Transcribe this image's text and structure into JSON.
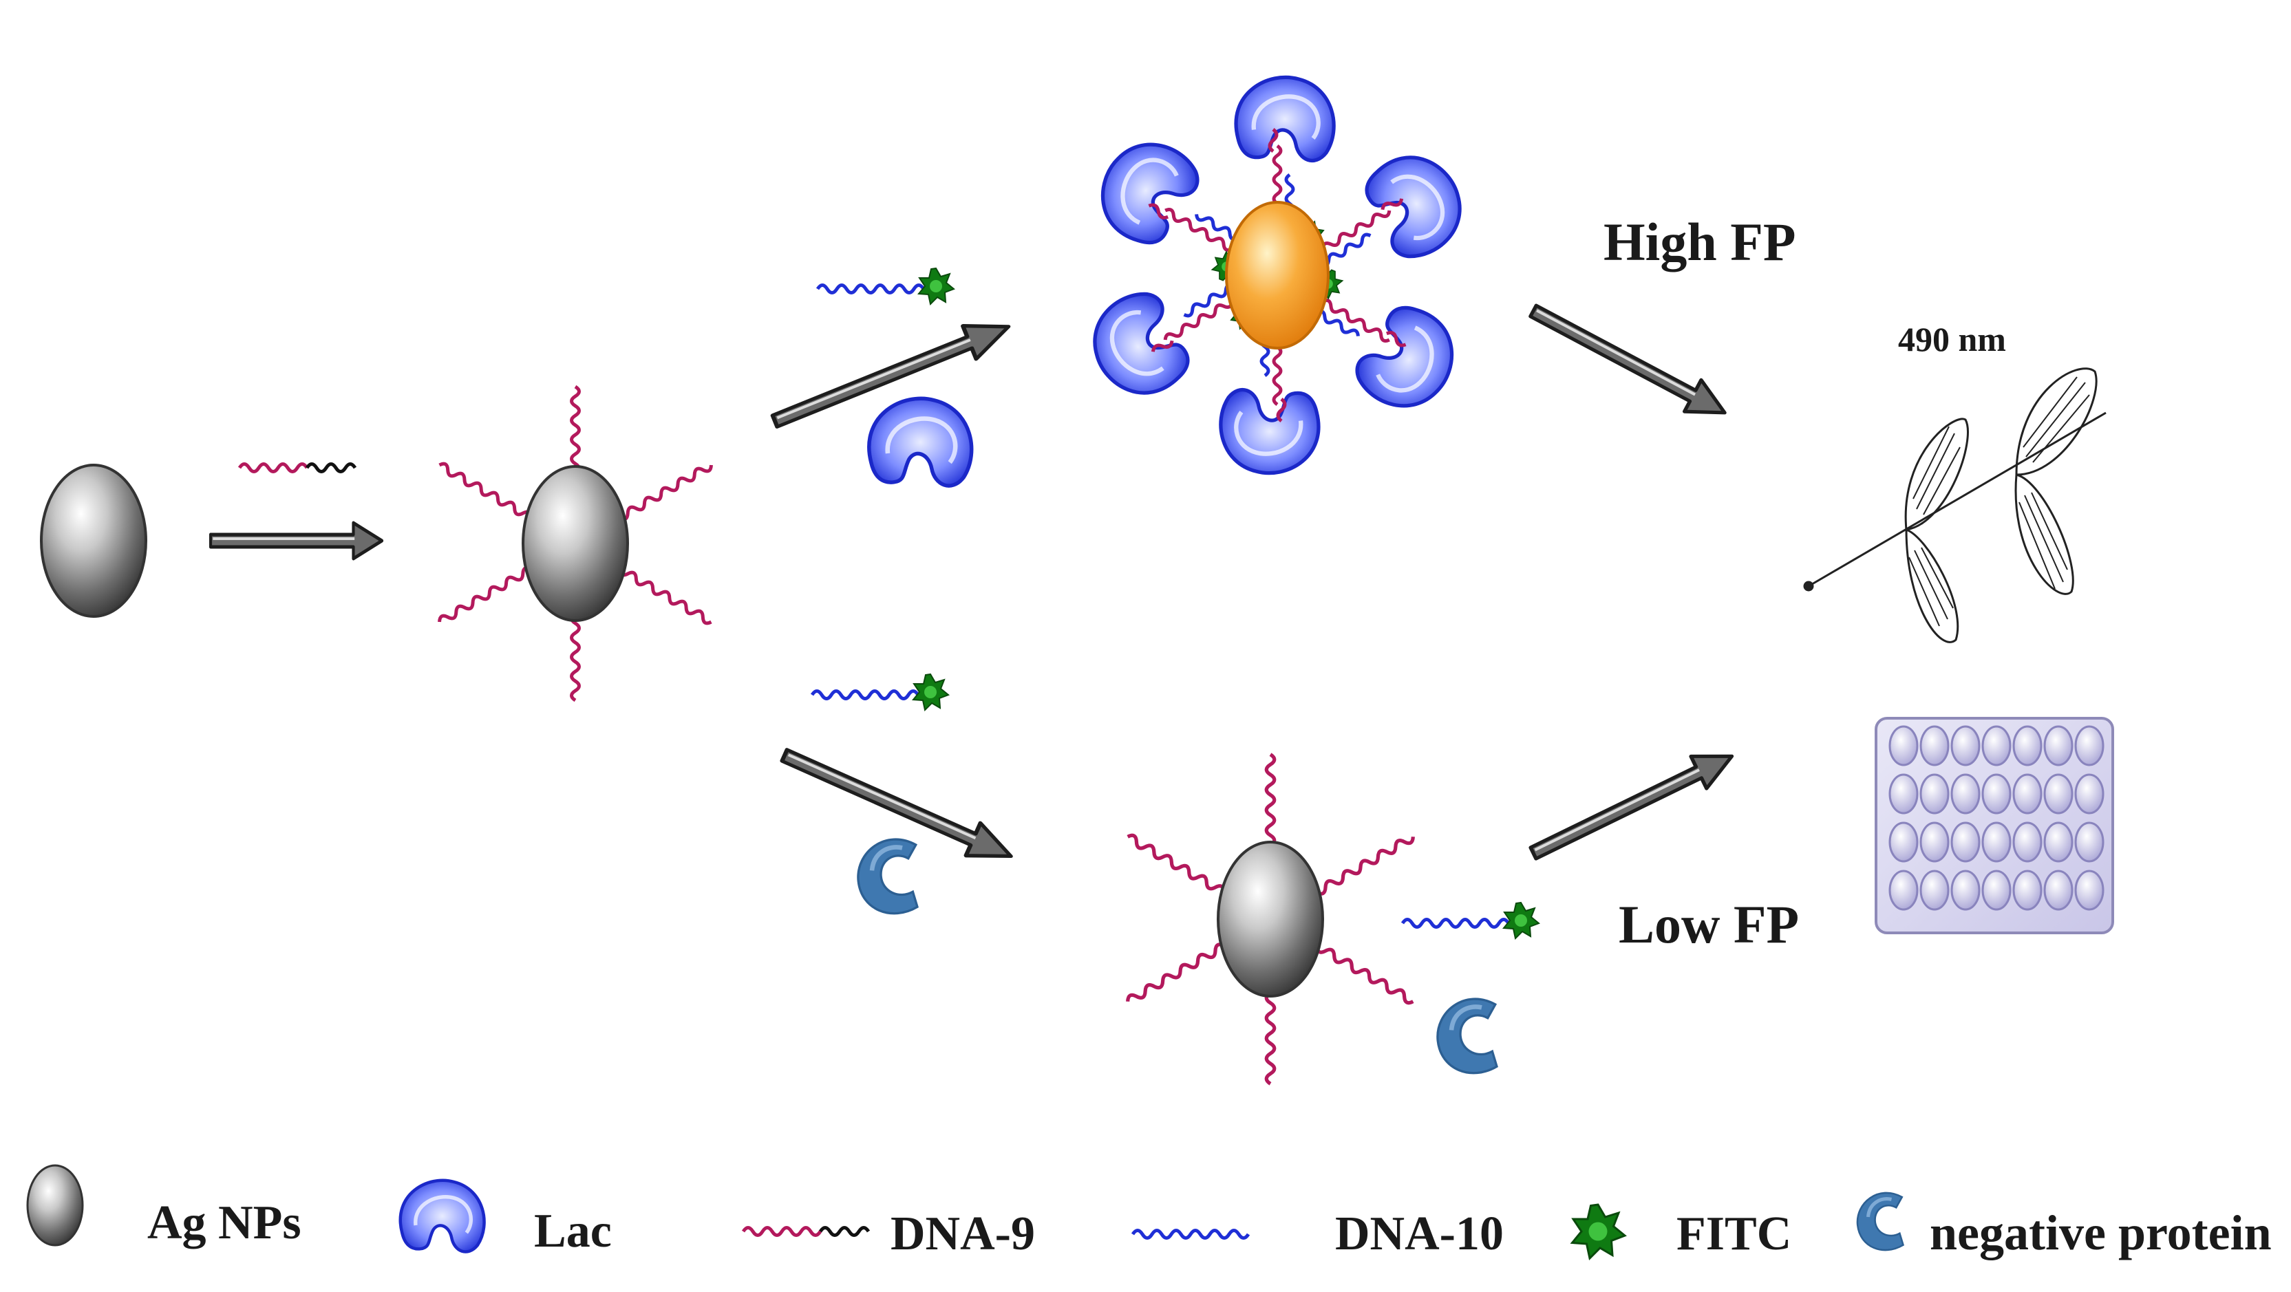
{
  "labels": {
    "high_fp": "High FP",
    "low_fp": "Low FP",
    "wavelength": "490 nm"
  },
  "legend": [
    {
      "icon": "ag-np-icon",
      "label": "Ag NPs"
    },
    {
      "icon": "lac-icon",
      "label": "Lac"
    },
    {
      "icon": "dna-9-icon",
      "label": "DNA-9"
    },
    {
      "icon": "dna-10-icon",
      "label": "DNA-10"
    },
    {
      "icon": "fitc-icon",
      "label": "FITC"
    },
    {
      "icon": "negative-protein-icon",
      "label": "negative protein"
    }
  ],
  "colors": {
    "dna9_red": "#b3195c",
    "dna10_blue": "#1f2fd6",
    "lac_blue": "#3a4ee0",
    "fitc_green": "#1a8a1a",
    "negative_protein": "#3f78b0",
    "orange_np": "#f59a1f",
    "silver_np": "#8a8a8a"
  }
}
